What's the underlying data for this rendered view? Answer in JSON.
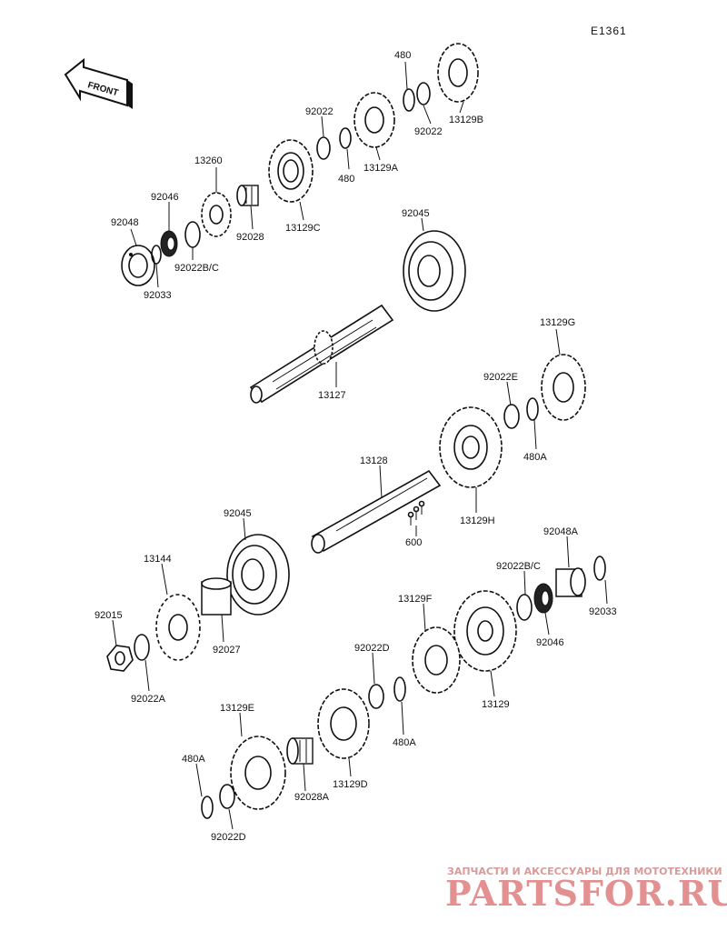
{
  "diagram": {
    "code": "E1361",
    "front_label": "FRONT",
    "labels": {
      "p480_top": "480",
      "p13129B": "13129B",
      "p92022_r": "92022",
      "p92022_l": "92022",
      "p480_mid": "480",
      "p13129A": "13129A",
      "p13260": "13260",
      "p92046_top": "92046",
      "p92048": "92048",
      "p92028": "92028",
      "p13129C": "13129C",
      "p92022BC_top": "92022B/C",
      "p92033_top": "92033",
      "p92045_top": "92045",
      "p13127": "13127",
      "p13129G": "13129G",
      "p92022E": "92022E",
      "p480A_mid": "480A",
      "p13128": "13128",
      "p13129H": "13129H",
      "p600": "600",
      "p92045_bot": "92045",
      "p92048A": "92048A",
      "p92022BC_bot": "92022B/C",
      "p13144": "13144",
      "p13129F": "13129F",
      "p92033_bot": "92033",
      "p92015": "92015",
      "p92046_bot": "92046",
      "p92027": "92027",
      "p92022D_mid": "92022D",
      "p92022A": "92022A",
      "p13129": "13129",
      "p480A_low": "480A",
      "p13129E": "13129E",
      "p480A_left": "480A",
      "p13129D": "13129D",
      "p92028A": "92028A",
      "p92022D_bot": "92022D"
    }
  },
  "watermark": {
    "caption": "ЗАПЧАСТИ И АКСЕССУАРЫ ДЛЯ МОТОТЕХНИКИ",
    "brand": "PARTSFOR.RU",
    "color": "#e39090"
  }
}
